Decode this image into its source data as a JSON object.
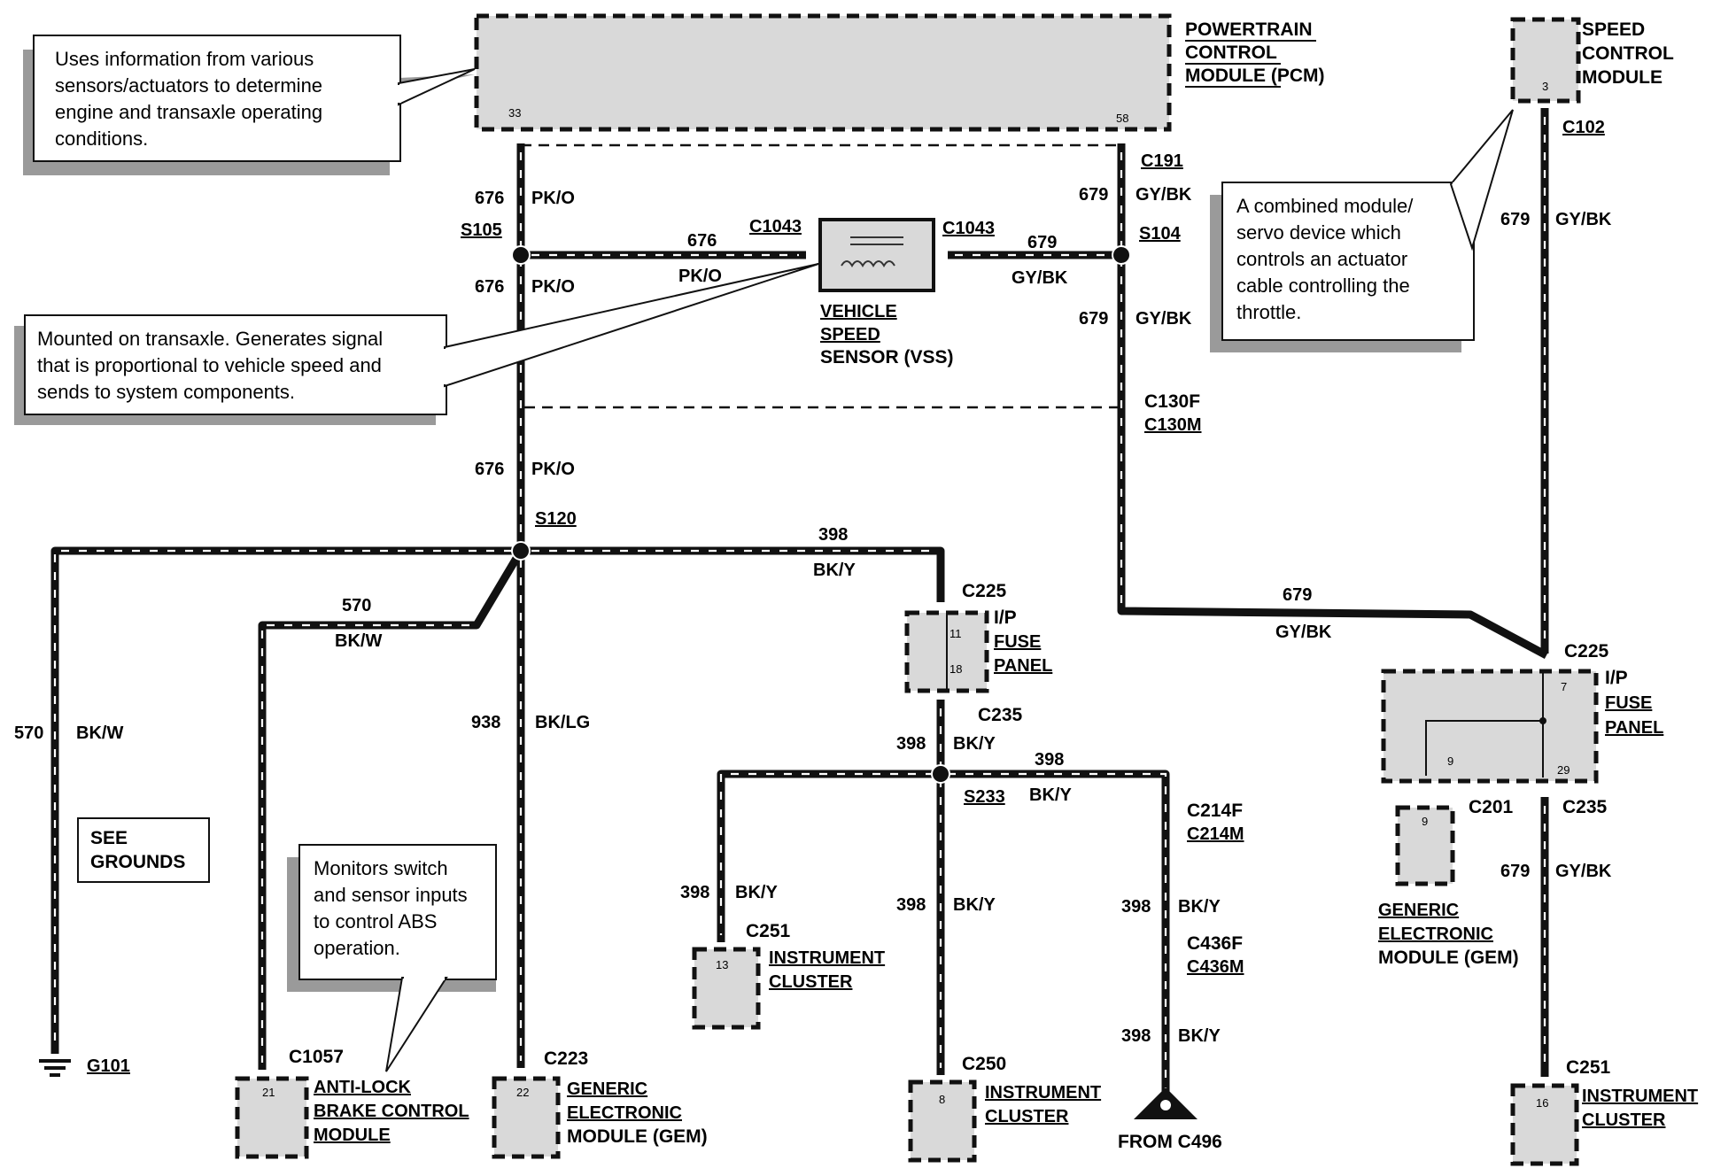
{
  "modules": {
    "pcm": {
      "lines": [
        "POWERTRAIN",
        "CONTROL",
        "MODULE (PCM)"
      ],
      "pins": [
        "33",
        "58"
      ]
    },
    "scm": {
      "lines": [
        "SPEED",
        "CONTROL",
        "MODULE"
      ],
      "pin": "3"
    },
    "vss": {
      "lines": [
        "VEHICLE",
        "SPEED",
        "SENSOR (VSS)"
      ]
    },
    "ip_fuse_left": {
      "lines": [
        "I/P",
        "FUSE",
        "PANEL"
      ],
      "pins": [
        "11",
        "18"
      ]
    },
    "ip_fuse_right": {
      "lines": [
        "I/P",
        "FUSE",
        "PANEL"
      ],
      "pins": [
        "7",
        "9",
        "29"
      ]
    },
    "gem_right": {
      "lines": [
        "GENERIC",
        "ELECTRONIC",
        "MODULE (GEM)"
      ],
      "pin": "9"
    },
    "abs": {
      "lines": [
        "ANTI-LOCK",
        "BRAKE CONTROL",
        "MODULE"
      ],
      "pin": "21"
    },
    "gem_bottom": {
      "lines": [
        "GENERIC",
        "ELECTRONIC",
        "MODULE (GEM)"
      ],
      "pin": "22"
    },
    "ic_c251": {
      "lines": [
        "INSTRUMENT",
        "CLUSTER"
      ],
      "pin": "13"
    },
    "ic_c250": {
      "lines": [
        "INSTRUMENT",
        "CLUSTER"
      ],
      "pin": "8"
    },
    "ic_right": {
      "lines": [
        "INSTRUMENT",
        "CLUSTER"
      ],
      "pin": "16"
    },
    "see_grounds": {
      "lines": [
        "SEE",
        "GROUNDS"
      ]
    }
  },
  "connectors": {
    "c191": "C191",
    "c102": "C102",
    "c1043_l": "C1043",
    "c1043_r": "C1043",
    "s105": "S105",
    "s104": "S104",
    "c130f": "C130F",
    "c130m": "C130M",
    "s120": "S120",
    "c225_l": "C225",
    "c235_l": "C235",
    "s233": "S233",
    "c214f": "C214F",
    "c214m": "C214M",
    "c436f": "C436F",
    "c436m": "C436M",
    "c251_l": "C251",
    "c250": "C250",
    "c225_r": "C225",
    "c201": "C201",
    "c235_r": "C235",
    "c251_r": "C251",
    "c1057": "C1057",
    "c223": "C223",
    "g101": "G101",
    "from_c496": "FROM C496"
  },
  "wires": {
    "w676": "676",
    "pko": "PK/O",
    "w679": "679",
    "gybk": "GY/BK",
    "w398": "398",
    "bky": "BK/Y",
    "w570": "570",
    "bkw": "BK/W",
    "w938": "938",
    "bklg": "BK/LG"
  },
  "callouts": {
    "pcm": [
      "Uses information from various",
      "sensors/actuators to determine",
      "engine and transaxle operating",
      "conditions."
    ],
    "vss": [
      "Mounted on transaxle. Generates signal",
      "that is proportional to vehicle speed and",
      "sends to system components."
    ],
    "scm": [
      "A combined module/",
      "servo device which",
      "controls an actuator",
      "cable controlling the",
      "throttle."
    ],
    "abs": [
      "Monitors switch",
      "and sensor inputs",
      "to control ABS",
      "operation."
    ]
  }
}
